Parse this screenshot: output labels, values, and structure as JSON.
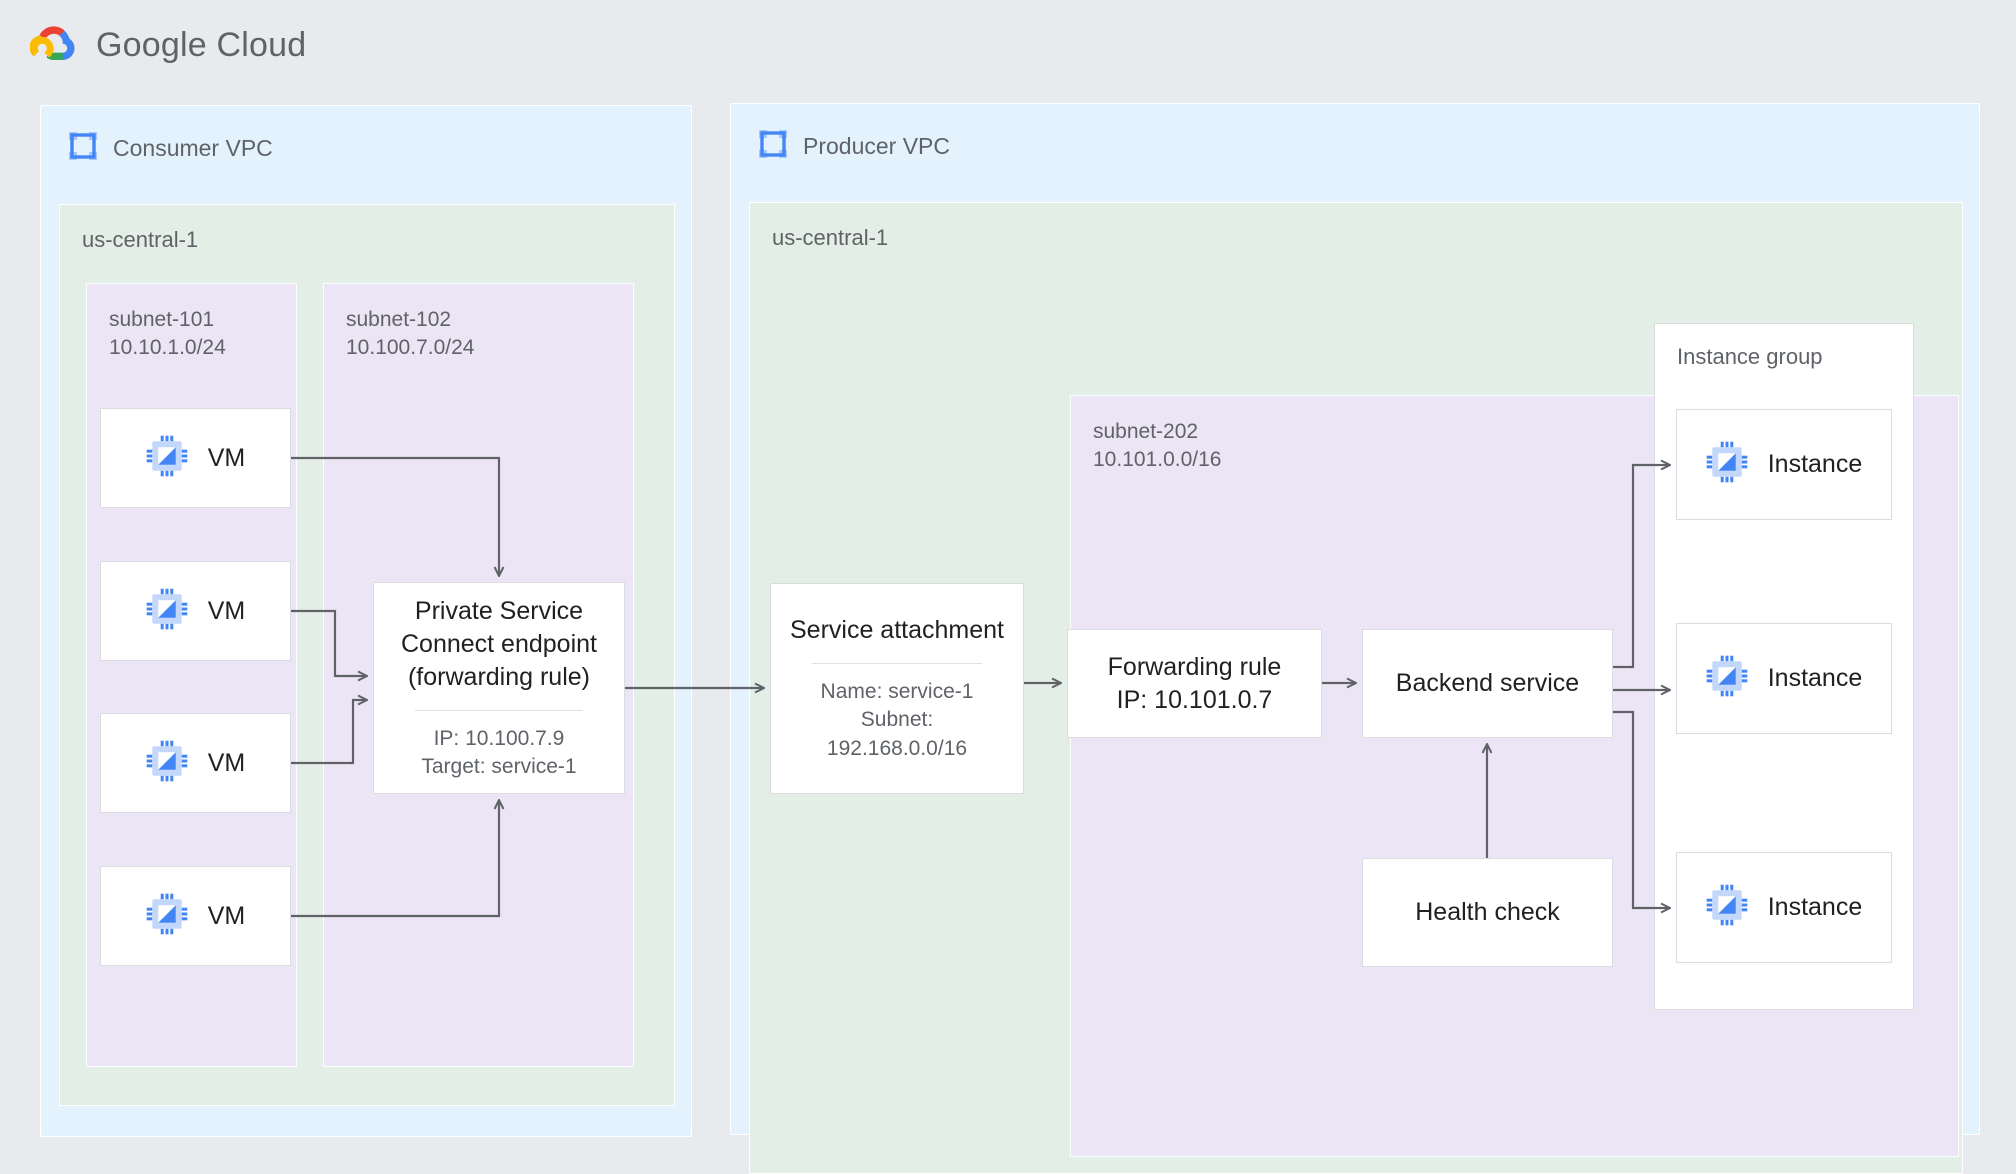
{
  "brand": {
    "name": "Google Cloud",
    "logo_icon": "google-cloud-logo"
  },
  "consumer_vpc": {
    "title": "Consumer VPC",
    "icon": "vpc-network-icon",
    "region": "us-central-1",
    "subnets": [
      {
        "label": "subnet-101\n10.10.1.0/24"
      },
      {
        "label": "subnet-102\n10.100.7.0/24"
      }
    ],
    "vms": [
      {
        "label": "VM",
        "icon": "vm-chip-icon"
      },
      {
        "label": "VM",
        "icon": "vm-chip-icon"
      },
      {
        "label": "VM",
        "icon": "vm-chip-icon"
      },
      {
        "label": "VM",
        "icon": "vm-chip-icon"
      }
    ],
    "psc_endpoint": {
      "title": "Private Service\nConnect endpoint\n(forwarding rule)",
      "details": "IP: 10.100.7.9\nTarget: service-1"
    }
  },
  "producer_vpc": {
    "title": "Producer VPC",
    "icon": "vpc-network-icon",
    "region": "us-central-1",
    "subnet": {
      "label": "subnet-202\n10.101.0.0/16"
    },
    "service_attachment": {
      "title": "Service attachment",
      "details": "Name: service-1\nSubnet:\n192.168.0.0/16"
    },
    "forwarding_rule": {
      "title": "Forwarding rule\nIP: 10.101.0.7"
    },
    "backend_service": {
      "title": "Backend service"
    },
    "health_check": {
      "title": "Health check"
    },
    "instance_group": {
      "label": "Instance group",
      "instances": [
        {
          "label": "Instance",
          "icon": "vm-chip-icon"
        },
        {
          "label": "Instance",
          "icon": "vm-chip-icon"
        },
        {
          "label": "Instance",
          "icon": "vm-chip-icon"
        }
      ]
    }
  },
  "colors": {
    "page_background": "#e8eaed",
    "vpc_fill": "#e3f2fd",
    "region_fill": "#e3efe6",
    "subnet_fill": "#ece5f5",
    "node_fill": "#ffffff",
    "node_border": "#dadce0",
    "wire": "#5f6368",
    "text_primary": "#202124",
    "text_secondary": "#5f6368",
    "icon_blue": "#4285f4",
    "icon_blue_light": "#a8c7fa",
    "google_red": "#ea4335",
    "google_yellow": "#fbbc04",
    "google_green": "#34a853"
  }
}
